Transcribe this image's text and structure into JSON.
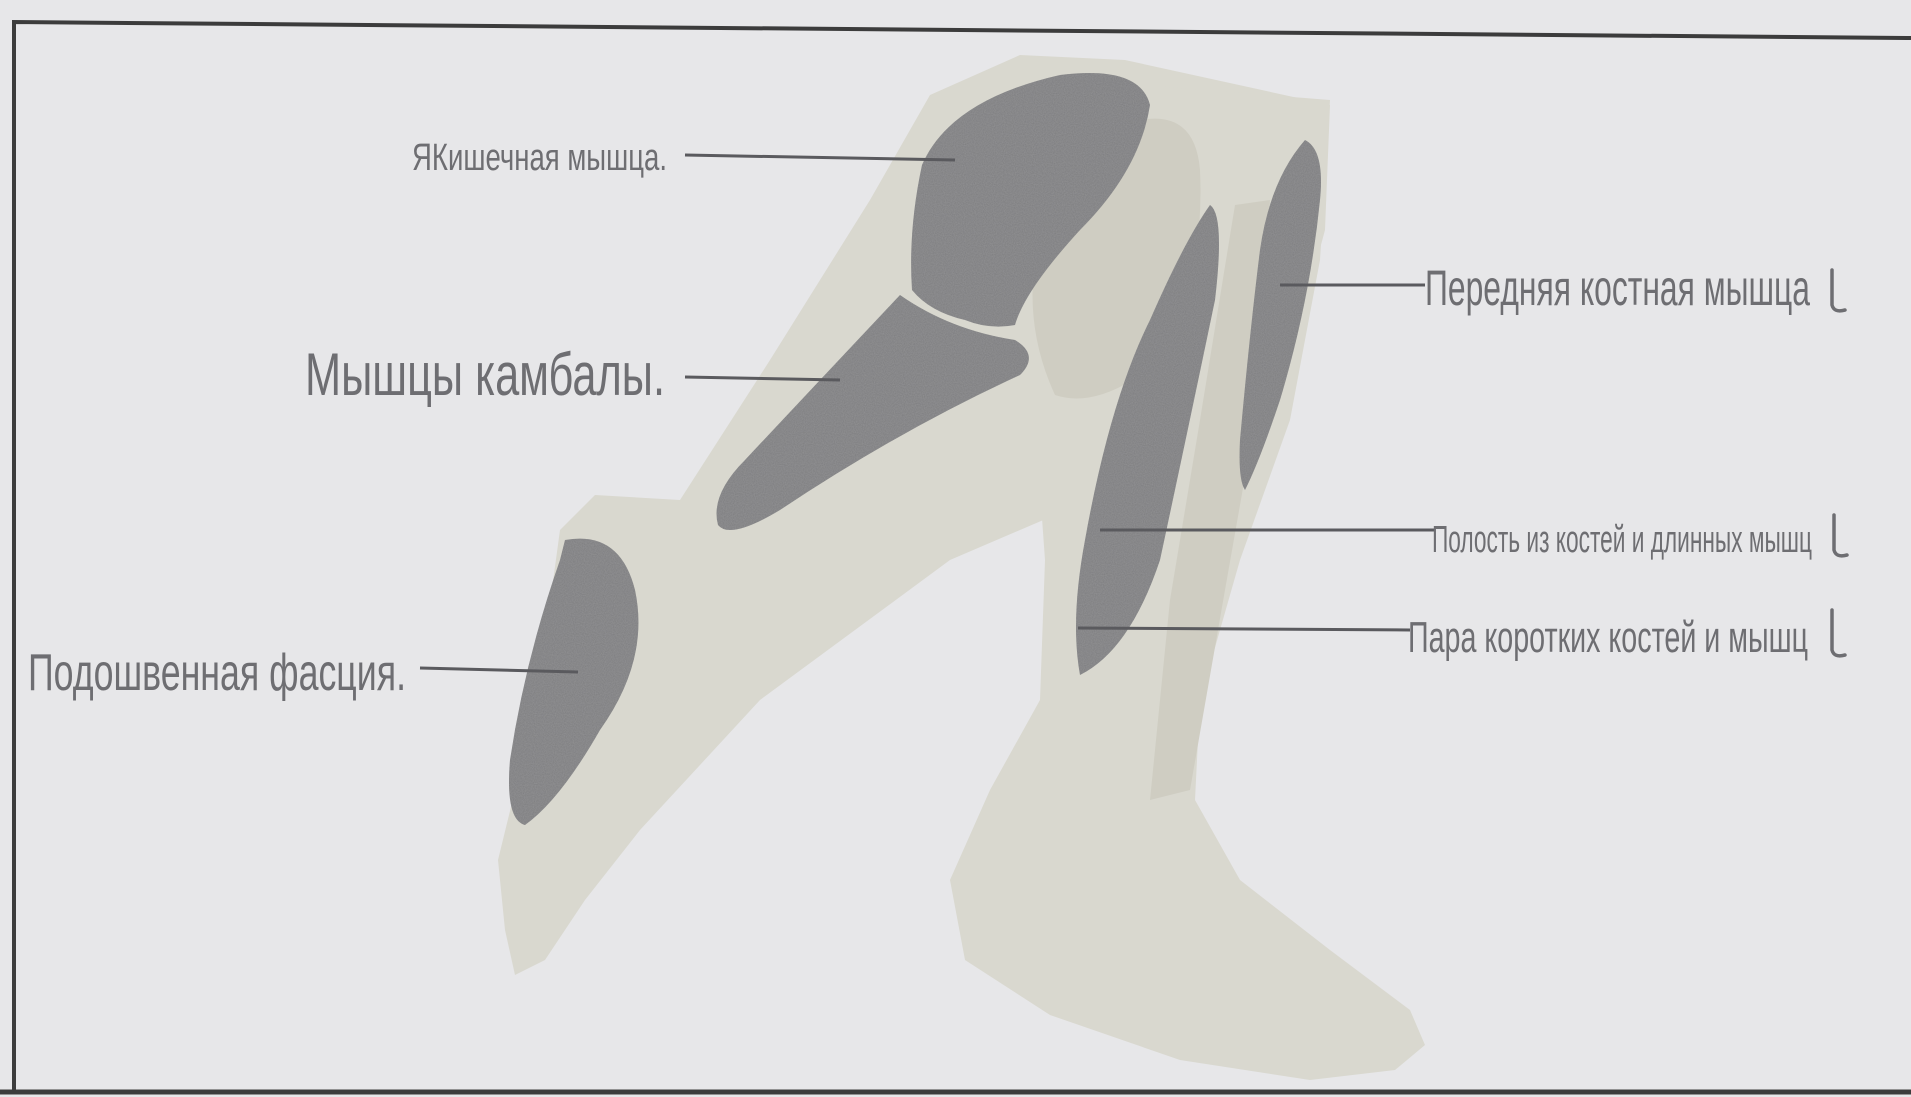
{
  "diagram": {
    "labels": {
      "intestinal_muscle": "ЯКишечная мышца.",
      "soleus_muscles": "Мышцы камбалы.",
      "plantar_fascia": "Подошвенная фасция.",
      "anterior_bone_muscle": "Передняя костная мышца",
      "long_bones_muscles_cavity": "Полость из костей и длинных мышц",
      "short_bones_muscles_pair": "Пара коротких костей и мышц"
    },
    "colors": {
      "background": "#e7e7e9",
      "leg_silhouette": "#d9d8cf",
      "muscle": "#7d7d7f",
      "frame": "#3c3c3c",
      "text": "#6e6e72"
    }
  }
}
